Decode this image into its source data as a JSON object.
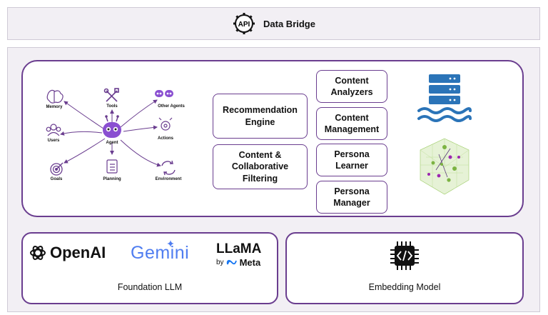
{
  "header": {
    "title": "Data Bridge",
    "icon": "api-gear-icon",
    "icon_text": "API"
  },
  "agent_diagram": {
    "center": "Agent",
    "nodes": [
      "Memory",
      "Tools",
      "Other Agents",
      "Users",
      "Actions",
      "Goals",
      "Planning",
      "Environment"
    ]
  },
  "services": {
    "recommendation_engine": [
      "Recommendation",
      "Engine"
    ],
    "filtering": [
      "Content &",
      "Collaborative",
      "Filtering"
    ],
    "content_analyzers": [
      "Content",
      "Analyzers"
    ],
    "content_management": [
      "Content",
      "Management"
    ],
    "persona_learner": [
      "Persona",
      "Learner"
    ],
    "persona_manager": [
      "Persona",
      "Manager"
    ]
  },
  "storage_icons": [
    "database-icon",
    "vector-space-icon"
  ],
  "foundation_llm": {
    "caption": "Foundation LLM",
    "logos": {
      "openai": "OpenAI",
      "gemini": "Gemini",
      "llama": "LLaMA",
      "llama_by": "by",
      "llama_meta": "Meta"
    }
  },
  "embedding": {
    "caption": "Embedding Model",
    "icon": "code-chip-icon"
  },
  "colors": {
    "accent": "#6a3d8f",
    "panel_bg": "#f2eff4",
    "db_blue": "#2b74b8"
  }
}
